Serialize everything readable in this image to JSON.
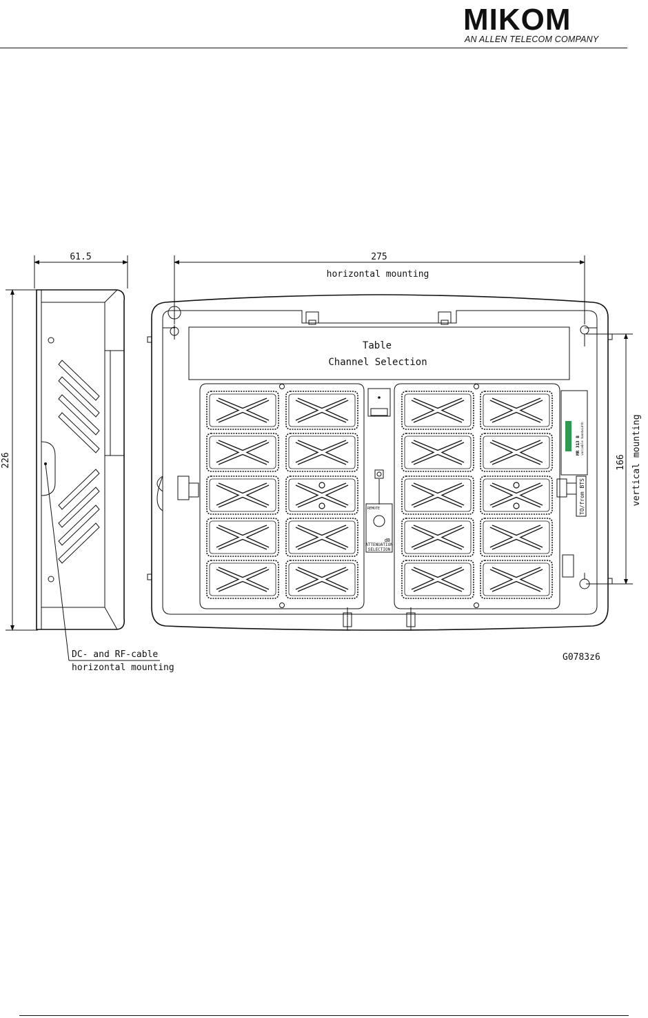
{
  "header": {
    "logo_text": "MIKOM",
    "logo_subtitle": "AN ALLEN TELECOM COMPANY"
  },
  "dimensions": {
    "side_depth": "61.5",
    "width": "275",
    "width_caption": "horizontal mounting",
    "height": "226",
    "vertical_spacing": "166",
    "vertical_caption": "vertical mounting"
  },
  "panel": {
    "table_title": "Table",
    "table_subtitle": "Channel Selection",
    "attenuation_label_1": "ATTENUATION",
    "attenuation_label_2": "SELECTION",
    "db_label": "dB",
    "remote_label": "REMOTE",
    "bts_label": "TO/from BTS",
    "product_label": "MR 313 B",
    "product_sub": "variable bandwidth"
  },
  "notes": {
    "cable_line1": "DC- and RF-cable",
    "cable_line2": "horizontal mounting",
    "drawing_id": "G0783z6"
  }
}
